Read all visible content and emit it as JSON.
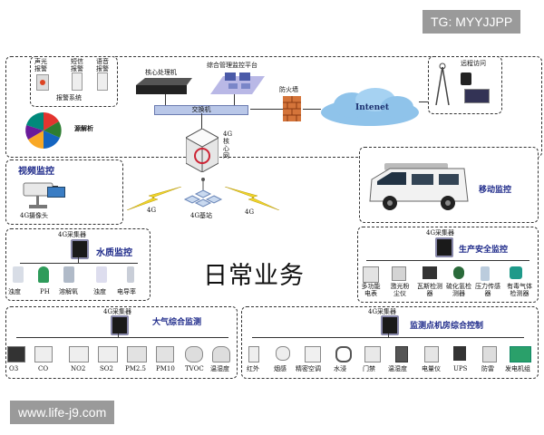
{
  "watermarks": {
    "top_right": "TG: MYYJJPP",
    "bottom_left": "www.life-j9.com"
  },
  "alarm": {
    "items": [
      "声光报警",
      "短信报警",
      "语音报警"
    ],
    "label": "报警系统"
  },
  "core": {
    "server": "核心处理机",
    "platform": "综合管理监控平台",
    "switch": "交换机",
    "firewall": "防火墙",
    "internet": "Intenet",
    "remote": "远程访问"
  },
  "center": {
    "core_4g": "4G核心网",
    "base_4g": "4G基站",
    "link_4g": "4G",
    "title": "日常业务"
  },
  "source": {
    "label": "源解析"
  },
  "video": {
    "title": "视频监控",
    "camera": "4G摄像头"
  },
  "mobile": {
    "title": "移动监控"
  },
  "water": {
    "collector": "4G采集器",
    "title": "水质监控",
    "sensors": [
      "浊度",
      "PH",
      "溶解氧",
      "浊度",
      "电导率"
    ]
  },
  "safety": {
    "collector": "4G采集器",
    "title": "生产安全监控",
    "sensors": [
      "多功能电表",
      "激光粉尘仪",
      "瓦斯检测器",
      "硫化氢检测器",
      "压力传感器",
      "有毒气体检测器"
    ]
  },
  "air": {
    "collector": "4G采集器",
    "title": "大气综合监测",
    "sensors": [
      "O3",
      "CO",
      "NO2",
      "SO2",
      "PM2.5",
      "PM10",
      "TVOC",
      "温湿度"
    ]
  },
  "room": {
    "collector": "4G采集器",
    "title": "监测点机房综合控制",
    "sensors": [
      "红外",
      "烟感",
      "精密空调",
      "水浸",
      "门禁",
      "温湿度",
      "电量仪",
      "UPS",
      "防雷",
      "发电机组"
    ]
  },
  "colors": {
    "accent": "#1e2a8a",
    "cloud": "#8fc3ea",
    "switch": "#b9c7e8",
    "firewall": "#d4743a",
    "bolt": "#f0d52a"
  }
}
